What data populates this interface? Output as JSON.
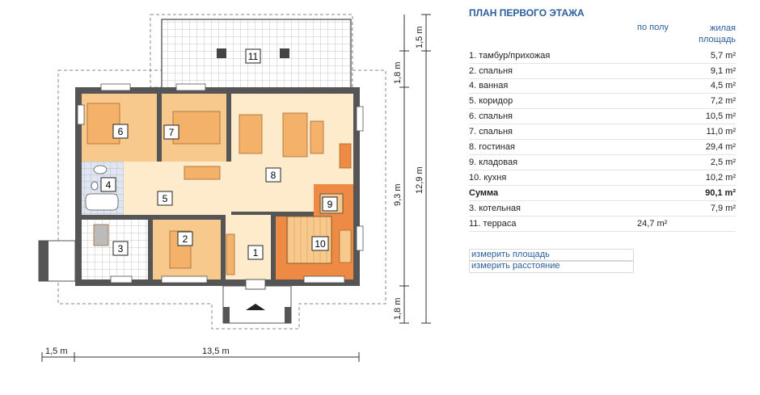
{
  "dimensions": {
    "top_right_terrace": "1,5 m",
    "right_upper": "1,8 m",
    "right_middle": "9,3 m",
    "right_total": "12,9 m",
    "right_lower": "1,8 m",
    "bottom_left": "1,5 m",
    "bottom_main": "13,5 m"
  },
  "room_numbers": [
    "1",
    "2",
    "3",
    "4",
    "5",
    "6",
    "7",
    "8",
    "9",
    "10",
    "11"
  ],
  "legend": {
    "title": "ПЛАН ПЕРВОГО ЭТАЖА",
    "col_floor": "по полу",
    "col_living_1": "жилая",
    "col_living_2": "площадь",
    "rows": [
      {
        "label": "1. тамбур/прихожая",
        "floor": "",
        "living": "5,7 m²"
      },
      {
        "label": "2. спальня",
        "floor": "",
        "living": "9,1 m²"
      },
      {
        "label": "4. ванная",
        "floor": "",
        "living": "4,5 m²"
      },
      {
        "label": "5. коридор",
        "floor": "",
        "living": "7,2 m²"
      },
      {
        "label": "6. спальня",
        "floor": "",
        "living": "10,5 m²"
      },
      {
        "label": "7. спальня",
        "floor": "",
        "living": "11,0 m²"
      },
      {
        "label": "8. гостиная",
        "floor": "",
        "living": "29,4 m²"
      },
      {
        "label": "9. кладовая",
        "floor": "",
        "living": "2,5 m²"
      },
      {
        "label": "10. кухня",
        "floor": "",
        "living": "10,2 m²"
      },
      {
        "label": "Сумма",
        "floor": "",
        "living": "90,1 m²",
        "bold": true
      },
      {
        "label": "3. котельная",
        "floor": "",
        "living": "7,9 m²"
      },
      {
        "label": "11. терраса",
        "floor": "24,7 m²",
        "living": ""
      }
    ],
    "tools": [
      "измерить площадь",
      "измерить расстояние"
    ]
  }
}
